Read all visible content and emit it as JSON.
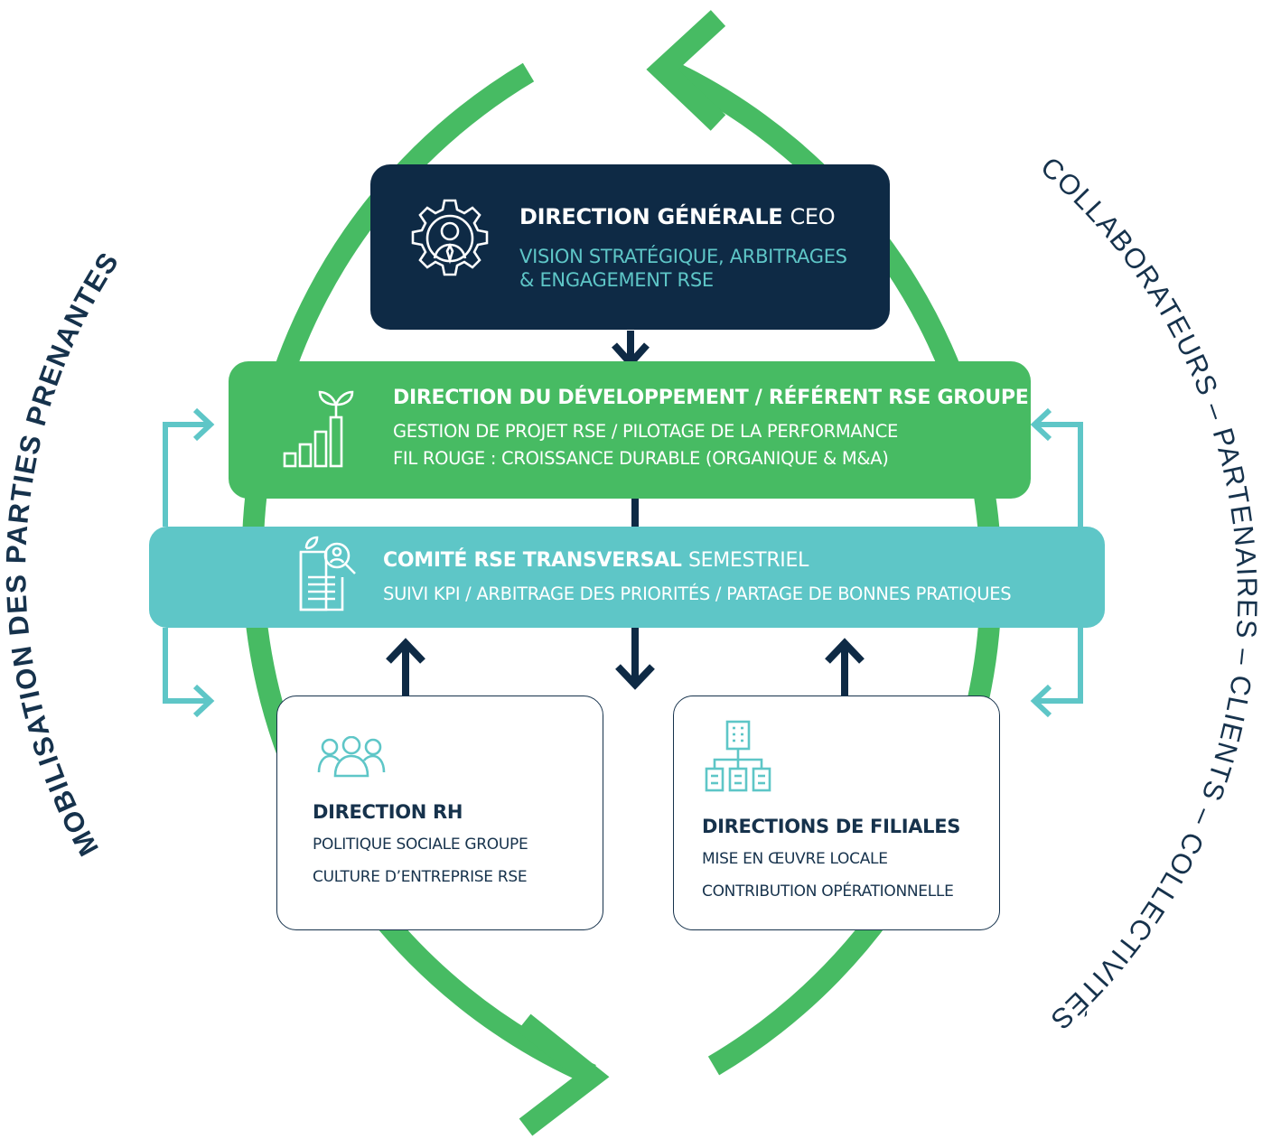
{
  "colors": {
    "green": "#47bb63",
    "teal": "#5ec6c7",
    "navy": "#0e2a45",
    "white": "#ffffff"
  },
  "side_labels": {
    "left": "MOBILISATION DES PARTIES PRENANTES",
    "right": "COLLABORATEURS  –  PARTENAIRES  –  CLIENTS  –  COLLECTIVITÉS"
  },
  "ceo": {
    "title": "DIRECTION GÉNÉRALE",
    "role": "CEO",
    "line1": "VISION STRATÉGIQUE, ARBITRAGES",
    "line2": "& ENGAGEMENT RSE",
    "icon": "gear-person-icon"
  },
  "dev": {
    "title": "DIRECTION DU DÉVELOPPEMENT / RÉFÉRENT RSE GROUPE",
    "line1": "GESTION DE PROJET RSE   /  PILOTAGE DE LA PERFORMANCE",
    "line2": "FIL ROUGE : CROISSANCE DURABLE (ORGANIQUE & M&A)",
    "icon": "growth-chart-plant-icon"
  },
  "comite": {
    "title": "COMITÉ RSE TRANSVERSAL",
    "frequency": "SEMESTRIEL",
    "line1": "SUIVI KPI  /  ARBITRAGE DES PRIORITÉS  /  PARTAGE DE BONNES PRATIQUES",
    "icon": "document-search-icon"
  },
  "rh": {
    "title": "DIRECTION RH",
    "line1": "POLITIQUE SOCIALE GROUPE",
    "line2": "CULTURE D’ENTREPRISE RSE",
    "icon": "people-group-icon"
  },
  "filiales": {
    "title": "DIRECTIONS DE FILIALES",
    "line1": "MISE EN ŒUVRE LOCALE",
    "line2": "CONTRIBUTION OPÉRATIONNELLE",
    "icon": "building-hierarchy-icon"
  }
}
